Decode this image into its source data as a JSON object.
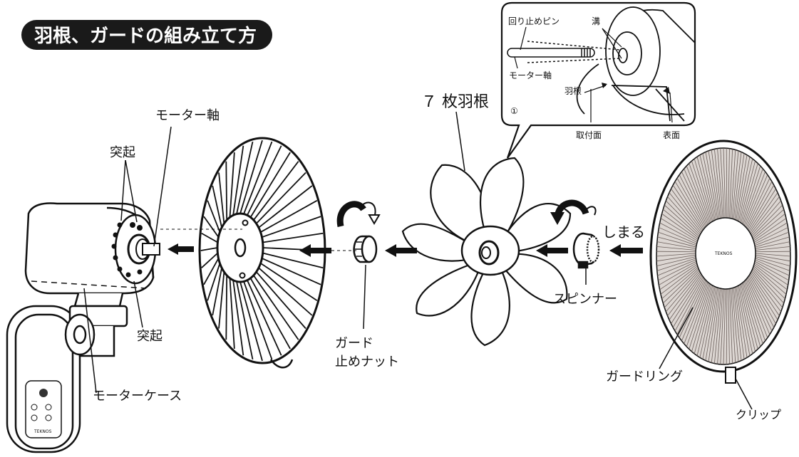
{
  "title": "羽根、ガードの組み立て方",
  "labels": {
    "motor_shaft": "モーター軸",
    "protrusion_top": "突起",
    "protrusion_bottom": "突起",
    "motor_case": "モーターケース",
    "guard_nut_line1": "ガード",
    "guard_nut_line2": "止めナット",
    "blade": "７ 枚羽根",
    "spinner": "スピンナー",
    "tighten": "しまる",
    "guard_ring": "ガードリング",
    "clip": "クリップ"
  },
  "inset": {
    "lock_pin": "回り止めピン",
    "groove": "溝",
    "motor_shaft": "モーター軸",
    "blade": "羽根",
    "number": "①",
    "mount_face": "取付面",
    "front_face": "表面"
  },
  "brand": "TEKNOS",
  "colors": {
    "title_bg": "#1a1a1a",
    "ink": "#111111",
    "blade_fill": "#ffffff",
    "guard_ring_bg": "#dcd6d2"
  }
}
